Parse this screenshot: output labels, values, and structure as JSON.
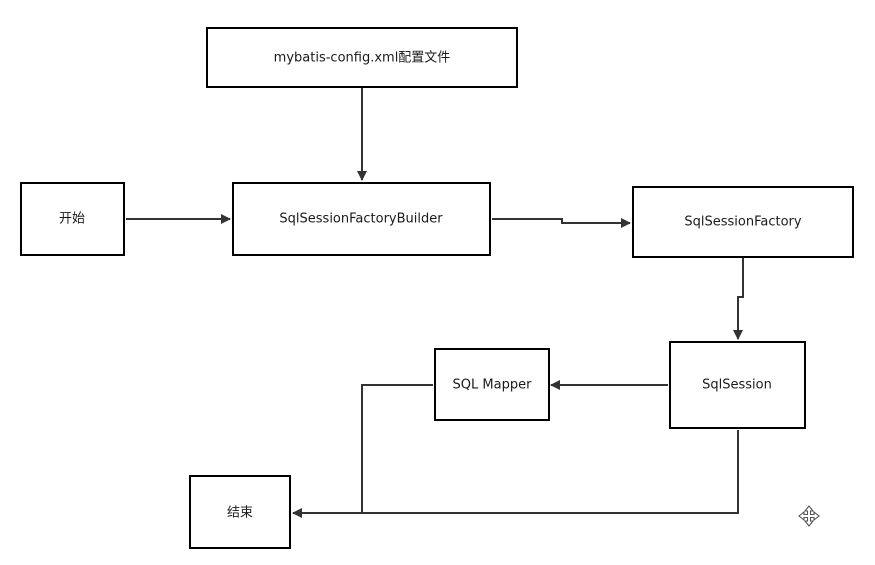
{
  "diagram": {
    "nodes": {
      "config": {
        "label": "mybatis-config.xml配置文件"
      },
      "start": {
        "label": "开始"
      },
      "builder": {
        "label": "SqlSessionFactoryBuilder"
      },
      "factory": {
        "label": "SqlSessionFactory"
      },
      "session": {
        "label": "SqlSession"
      },
      "mapper": {
        "label": "SQL Mapper"
      },
      "end": {
        "label": "结束"
      }
    },
    "edges": [
      {
        "from": "config",
        "to": "builder"
      },
      {
        "from": "start",
        "to": "builder"
      },
      {
        "from": "builder",
        "to": "factory"
      },
      {
        "from": "factory",
        "to": "session"
      },
      {
        "from": "session",
        "to": "mapper"
      },
      {
        "from": "mapper",
        "to": "end"
      },
      {
        "from": "session",
        "to": "end"
      }
    ]
  },
  "icons": {
    "move": "move-arrows-icon"
  }
}
